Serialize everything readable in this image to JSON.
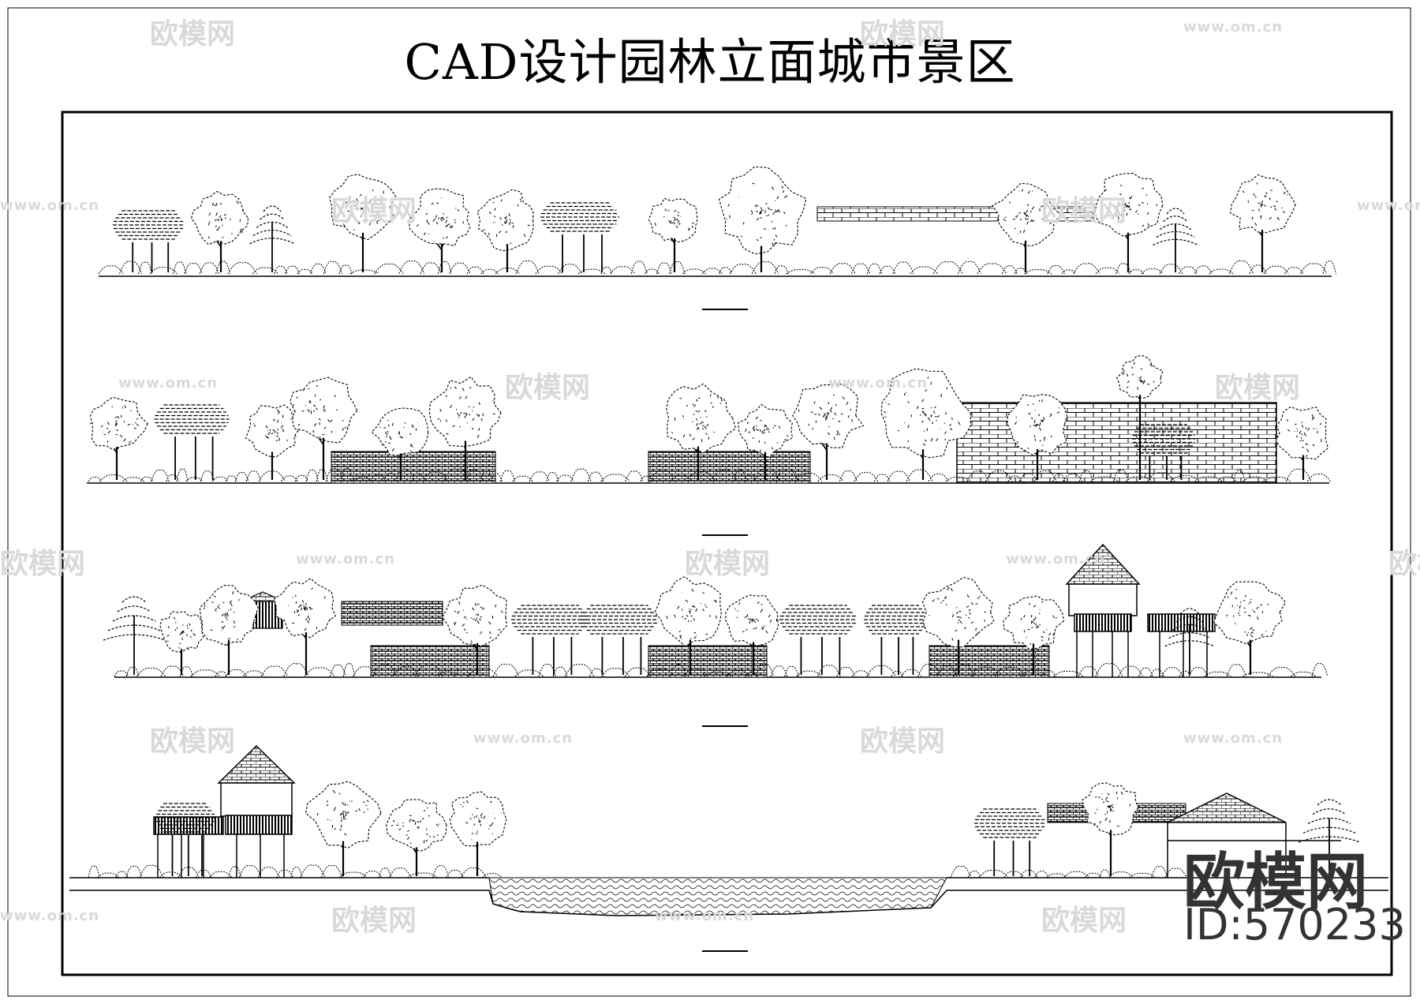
{
  "drawing": {
    "title": "CAD设计园林立面城市景区",
    "watermark": {
      "logo": "欧模网",
      "url": "www.om.cn",
      "brand": "欧模网",
      "id": "ID:570233"
    },
    "colors": {
      "line": "#000000",
      "paper": "#ffffff",
      "watermark": "#d9d9d9"
    }
  }
}
